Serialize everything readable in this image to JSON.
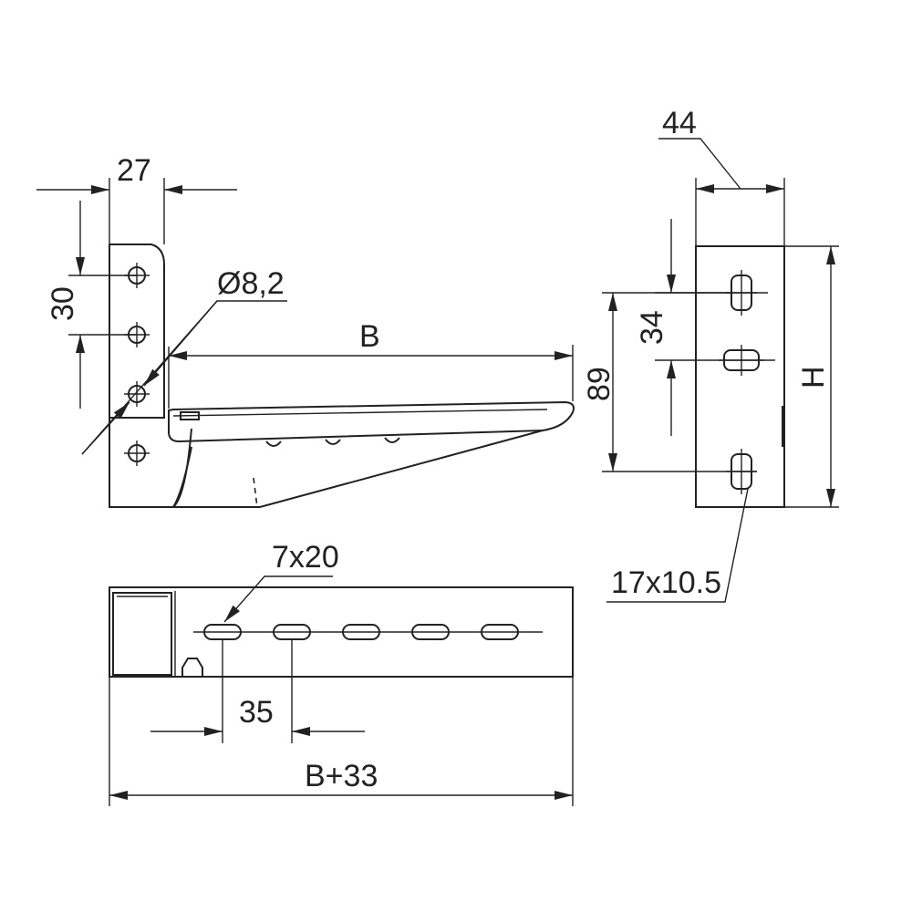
{
  "dimensions": {
    "d27": "27",
    "d30": "30",
    "dhole": "Ø8,2",
    "dB": "B",
    "d89": "89",
    "d44": "44",
    "d34": "34",
    "dH": "H",
    "dslot": "17x10.5",
    "dslot2": "7x20",
    "d35": "35",
    "dB33": "B+33"
  }
}
